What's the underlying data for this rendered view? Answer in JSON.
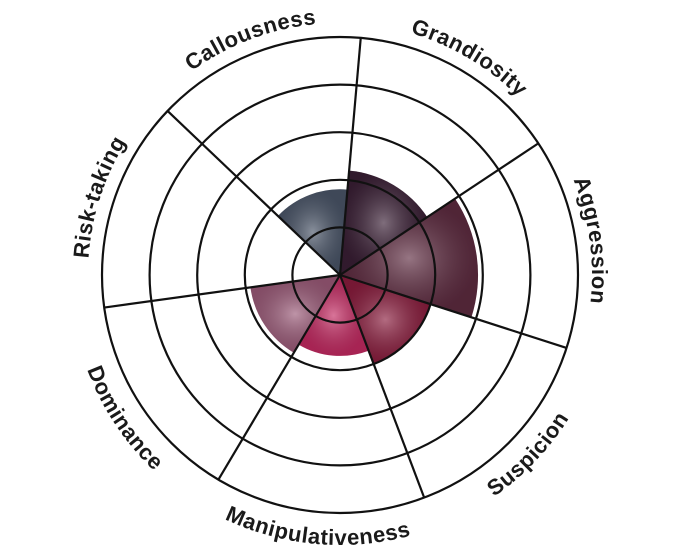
{
  "chart_data": {
    "type": "polar_area",
    "categories": [
      "Grandiosity",
      "Aggression",
      "Suspicion",
      "Manipulativeness",
      "Dominance",
      "Risk-taking",
      "Callousness"
    ],
    "values": [
      2.2,
      2.9,
      2.0,
      1.7,
      1.9,
      0.0,
      1.8
    ],
    "rmax": 5,
    "rings": 5,
    "grid": true,
    "legend": "none",
    "title": "",
    "colors": {
      "Grandiosity": "#3a1f35",
      "Aggression": "#5e2b40",
      "Suspicion": "#8a1c3d",
      "Manipulativeness": "#c42a62",
      "Dominance": "#9b5a78",
      "Risk-taking": "#e5e5e5",
      "Callousness": "#4a5568"
    }
  }
}
